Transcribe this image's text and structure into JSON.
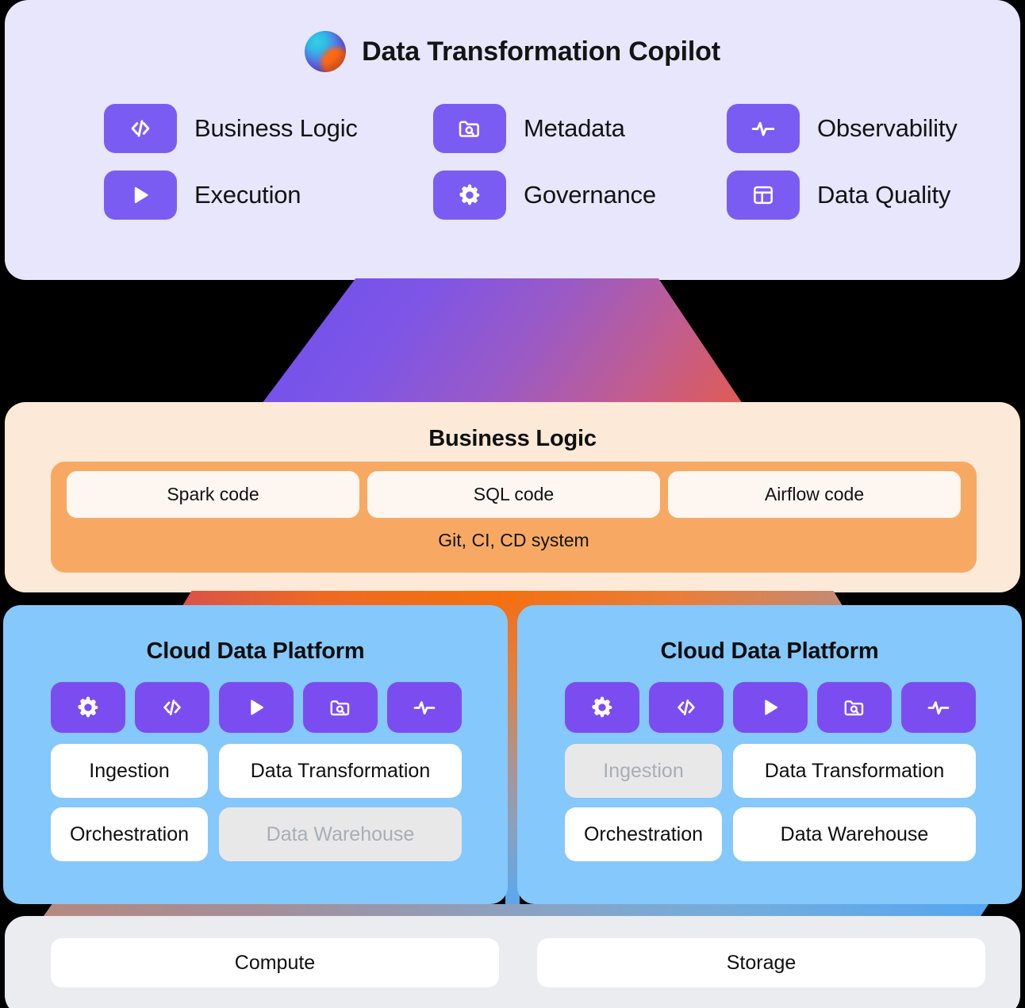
{
  "copilot": {
    "title": "Data Transformation Copilot",
    "logo_icon": "gradient-sphere-logo",
    "features": [
      {
        "label": "Business Logic",
        "icon": "code-icon"
      },
      {
        "label": "Metadata",
        "icon": "folder-search-icon"
      },
      {
        "label": "Observability",
        "icon": "activity-pulse-icon"
      },
      {
        "label": "Execution",
        "icon": "play-icon"
      },
      {
        "label": "Governance",
        "icon": "gear-icon"
      },
      {
        "label": "Data Quality",
        "icon": "table-grid-icon"
      }
    ]
  },
  "business_logic": {
    "title": "Business Logic",
    "chips": [
      "Spark code",
      "SQL code",
      "Airflow code"
    ],
    "footnote": "Git, CI, CD system"
  },
  "platforms": [
    {
      "title": "Cloud Data Platform",
      "icons": [
        "gear-icon",
        "code-icon",
        "play-icon",
        "folder-search-icon",
        "activity-pulse-icon"
      ],
      "rows": [
        [
          {
            "label": "Ingestion",
            "disabled": false
          },
          {
            "label": "Data Transformation",
            "disabled": false
          }
        ],
        [
          {
            "label": "Orchestration",
            "disabled": false
          },
          {
            "label": "Data Warehouse",
            "disabled": true
          }
        ]
      ]
    },
    {
      "title": "Cloud Data Platform",
      "icons": [
        "gear-icon",
        "code-icon",
        "play-icon",
        "folder-search-icon",
        "activity-pulse-icon"
      ],
      "rows": [
        [
          {
            "label": "Ingestion",
            "disabled": true
          },
          {
            "label": "Data Transformation",
            "disabled": false
          }
        ],
        [
          {
            "label": "Orchestration",
            "disabled": false
          },
          {
            "label": "Data Warehouse",
            "disabled": false
          }
        ]
      ]
    }
  ],
  "infrastructure": {
    "items": [
      "Compute",
      "Storage"
    ]
  },
  "colors": {
    "background": "#000000",
    "copilot_card": "#E8E6FD",
    "tile_purple": "#7B5CF3",
    "business_logic_card": "#FDE9D7",
    "business_logic_inner": "#F7A963",
    "platform_blue": "#85C8FB",
    "infra_card": "#EBECF0",
    "disabled_pill": "#E8E8E8",
    "disabled_text": "#A8AEB6"
  }
}
